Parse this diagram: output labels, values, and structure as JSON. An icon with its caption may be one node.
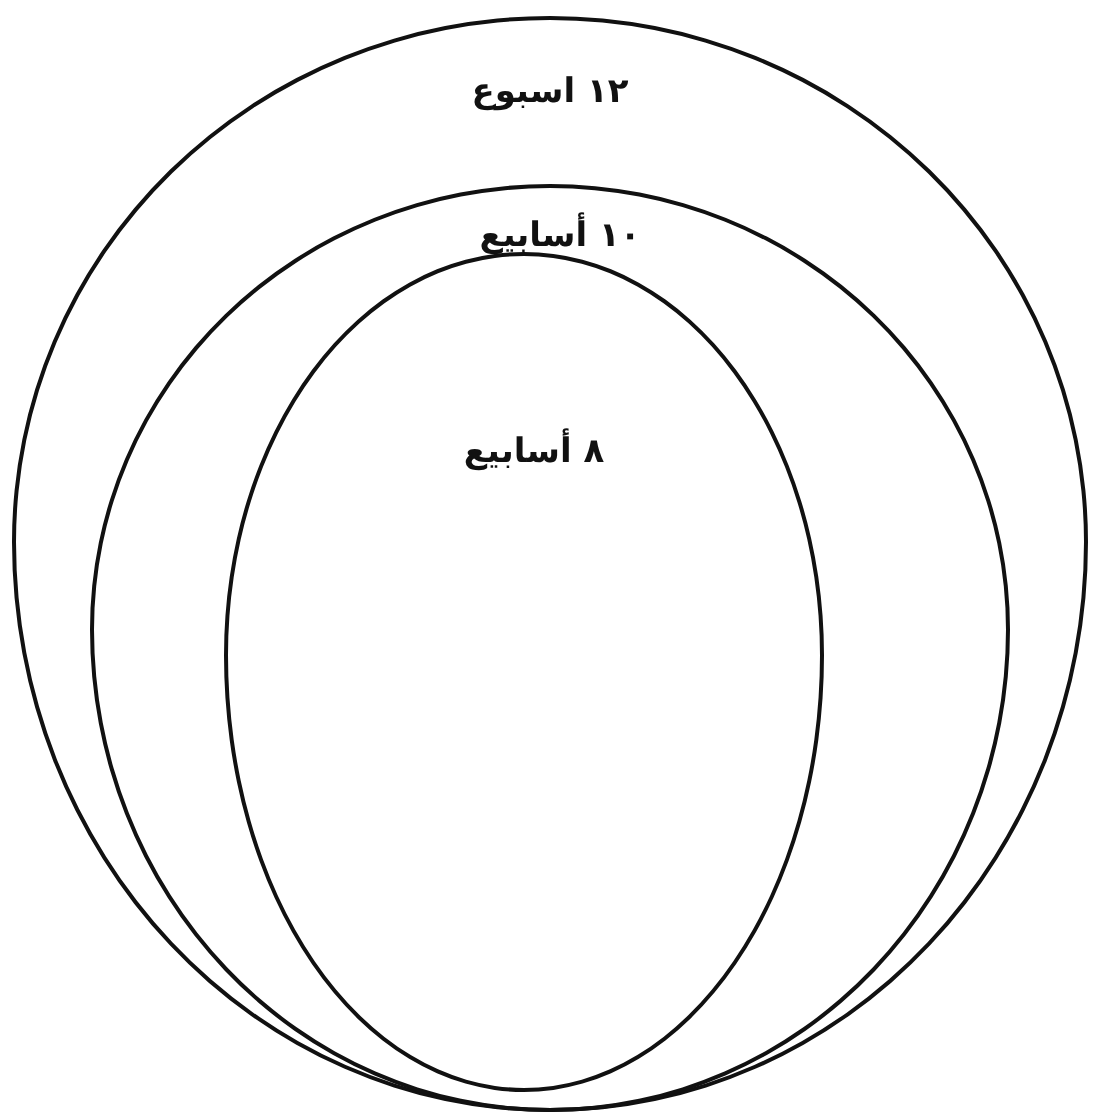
{
  "diagram": {
    "nodes": [
      {
        "text": [
          "١٢ اسبوع"
        ]
      },
      {
        "text": [
          "١٠ أسابيع"
        ],
        "in": 0
      },
      {
        "text": [
          "٨ أسابيع"
        ],
        "in": 1
      }
    ]
  }
}
